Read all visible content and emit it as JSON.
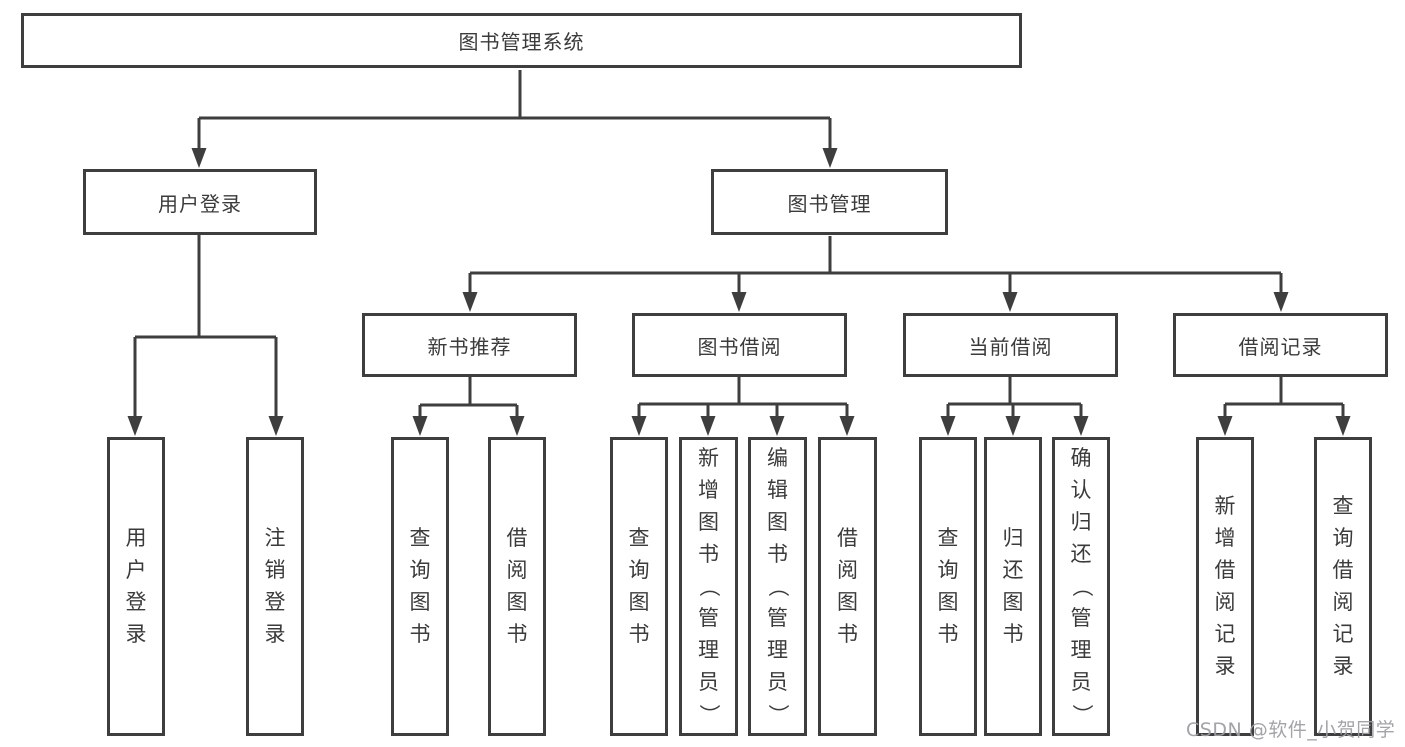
{
  "diagram_title": "图书管理系统",
  "watermark": "CSDN @软件_小贺同学",
  "colors": {
    "line": "#3e3e3e",
    "box_border": "#3e3e3e",
    "text": "#3b3b3b",
    "watermark": "#9e9ea3",
    "background": "#ffffff"
  },
  "tree": {
    "label": "图书管理系统",
    "children": [
      {
        "label": "用户登录",
        "children": [
          {
            "label": "用户登录"
          },
          {
            "label": "注销登录"
          }
        ]
      },
      {
        "label": "图书管理",
        "children": [
          {
            "label": "新书推荐",
            "children": [
              {
                "label": "查询图书"
              },
              {
                "label": "借阅图书"
              }
            ]
          },
          {
            "label": "图书借阅",
            "children": [
              {
                "label": "查询图书"
              },
              {
                "label": "新增图书（管理员）"
              },
              {
                "label": "编辑图书（管理员）"
              },
              {
                "label": "借阅图书"
              }
            ]
          },
          {
            "label": "当前借阅",
            "children": [
              {
                "label": "查询图书"
              },
              {
                "label": "归还图书"
              },
              {
                "label": "确认归还（管理员）"
              }
            ]
          },
          {
            "label": "借阅记录",
            "children": [
              {
                "label": "新增借阅记录"
              },
              {
                "label": "查询借阅记录"
              }
            ]
          }
        ]
      }
    ]
  }
}
